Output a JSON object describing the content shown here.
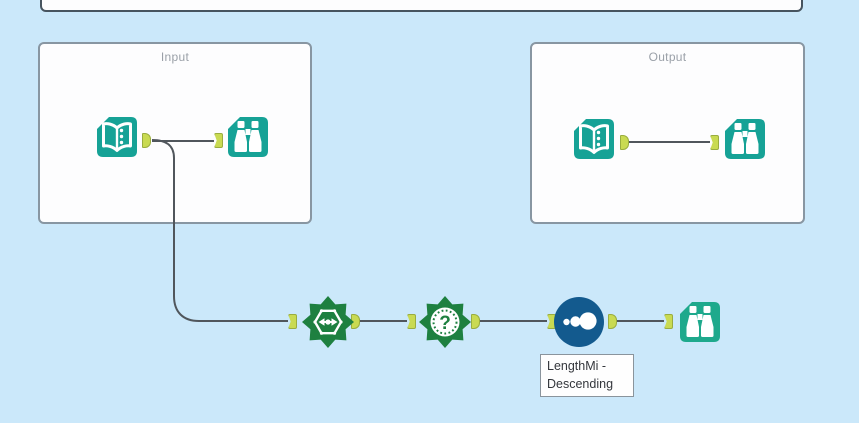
{
  "canvas": {
    "kind": "workflow-canvas"
  },
  "containers": {
    "input": {
      "label": "Input"
    },
    "output": {
      "label": "Output"
    }
  },
  "annotation": {
    "line1": "LengthMi -",
    "line2": "Descending"
  },
  "icons": {
    "input_data": "open-book-folder-icon",
    "browse": "binoculars-folder-icon",
    "macro_dots": "star-macro-hexagon-dots-arrows-icon",
    "macro_question": "star-macro-question-mark-icon",
    "sort": "blue-circle-three-dots-icon"
  },
  "colors": {
    "canvas_bg": "#cbe8fa",
    "tool_teal": "#16a296",
    "browse_teal": "#1ea98c",
    "macro_green": "#1e8040",
    "sort_blue": "#135a8e",
    "anchor_green": "#c9da52",
    "anchor_border": "#9aad3f",
    "wire": "#50565c",
    "container_border": "#8896a2",
    "top_container_border": "#47545f",
    "label_color": "#9aa0a8"
  }
}
